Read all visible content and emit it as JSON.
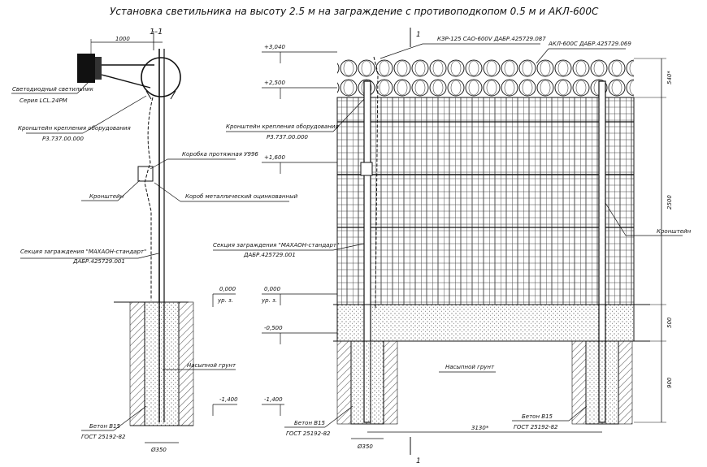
{
  "title": "Установка светильника на высоту 2.5 м на заграждение  с противоподкопом 0.5 м и АКЛ-600С",
  "section_left": "1-1",
  "section_mark": "1",
  "dim_top": "1000",
  "labels_left": {
    "led_lamp": "Светодиодный светильник",
    "led_series": "Серия  LCL.24PM",
    "bracket_equipment": "Кронштейн крепления оборудования",
    "bracket_code": "Р3.737.00.000",
    "junction_box": "Коробка протяжная У996",
    "bracket": "Кронштейн",
    "galv_duct": "Короб металлический оцинкованный",
    "fence_section": "Секция заграждения \"МАХАОН-стандарт\"",
    "fence_code": "ДАБР.425729.001",
    "level_0": "0,000",
    "ground_level": "ур. з.",
    "fill_soil": "Насыпной грунт",
    "level_m1400": "-1,400",
    "concrete": "Бетон В15",
    "gost": "ГОСТ 25192-82",
    "diam": "Ø350"
  },
  "labels_right": {
    "kzr": "КЗР-125 САО-600V ДАБР.425729.087",
    "akl": "АКЛ-600С ДАБР.425729.069",
    "level_3040": "+3,040",
    "level_2500": "+2,500",
    "bracket_equipment": "Кронштейн крепления оборудования",
    "bracket_code": "Р3.737.00.000",
    "level_1600": "+1,600",
    "fence_section": "Секция заграждения \"МАХАОН-стандарт\"",
    "fence_code": "ДАБР.425729.001",
    "level_0": "0,000",
    "ground_level": "ур. з.",
    "level_m0500": "-0,500",
    "fill_soil": "Насыпной грунт",
    "level_m1400": "-1,400",
    "concrete_left": "Бетон В15",
    "gost_left": "ГОСТ 25192-82",
    "concrete_right": "Бетон В15",
    "gost_right": "ГОСТ 25192-82",
    "diam": "Ø350",
    "span": "3130*",
    "bracket": "Кронштейн",
    "dim_540": "540*",
    "dim_2500": "2500",
    "dim_500": "500",
    "dim_900": "900"
  }
}
